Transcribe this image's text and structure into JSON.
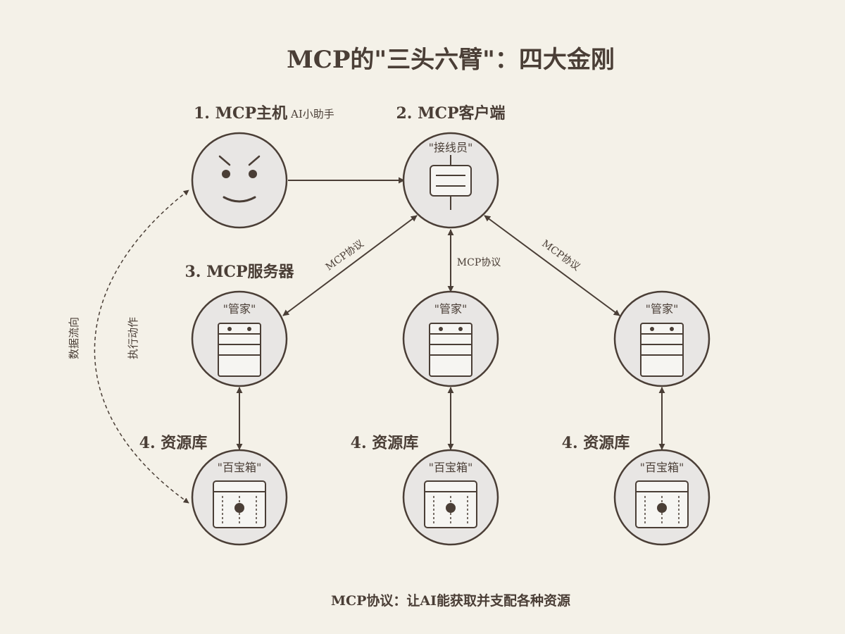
{
  "title": "MCP的\"三头六臂\"：四大金刚",
  "host": {
    "heading": "1. MCP主机",
    "sub": "AI小助手",
    "icon": "smiley-face-icon"
  },
  "client": {
    "heading": "2. MCP客户端",
    "label": "\"接线员\"",
    "icon": "switchboard-icon"
  },
  "server": {
    "heading": "3. MCP服务器",
    "label": "\"管家\"",
    "icon": "server-rack-icon"
  },
  "resource": {
    "heading": "4. 资源库",
    "label": "\"百宝箱\"",
    "icon": "treasure-box-icon"
  },
  "protocol_label": "MCP协议",
  "side_labels": {
    "data_flow": "数据流向",
    "action": "执行动作"
  },
  "footer": "MCP协议：让AI能获取并支配各种资源",
  "colors": {
    "background": "#f4f1e8",
    "ink": "#4a3e36",
    "node_fill": "#e8e6e4"
  }
}
